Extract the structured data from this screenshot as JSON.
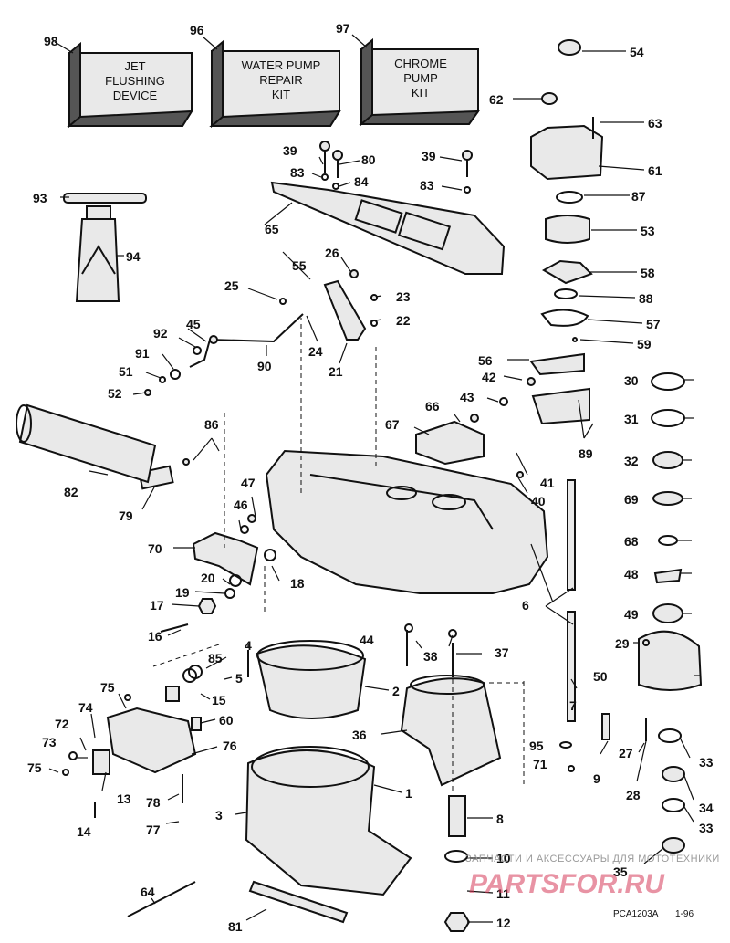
{
  "kits": [
    {
      "number": "98",
      "lines": [
        "JET",
        "FLUSHING",
        "DEVICE"
      ]
    },
    {
      "number": "96",
      "lines": [
        "WATER PUMP",
        "REPAIR",
        "KIT"
      ]
    },
    {
      "number": "97",
      "lines": [
        "CHROME",
        "PUMP",
        "KIT"
      ]
    }
  ],
  "labels": {
    "n1": "1",
    "n2": "2",
    "n3": "3",
    "n4": "4",
    "n5": "5",
    "n6": "6",
    "n7": "7",
    "n8": "8",
    "n9": "9",
    "n10": "10",
    "n11": "11",
    "n12": "12",
    "n13": "13",
    "n14": "14",
    "n15": "15",
    "n16": "16",
    "n17": "17",
    "n18": "18",
    "n19": "19",
    "n20": "20",
    "n21": "21",
    "n22": "22",
    "n23": "23",
    "n24": "24",
    "n25": "25",
    "n26": "26",
    "n27": "27",
    "n28": "28",
    "n29": "29",
    "n30": "30",
    "n31": "31",
    "n32": "32",
    "n33a": "33",
    "n33b": "33",
    "n34": "34",
    "n35": "35",
    "n36": "36",
    "n37": "37",
    "n38": "38",
    "n39a": "39",
    "n39b": "39",
    "n40": "40",
    "n41": "41",
    "n42": "42",
    "n43": "43",
    "n44": "44",
    "n45": "45",
    "n46": "46",
    "n47": "47",
    "n48": "48",
    "n49": "49",
    "n50": "50",
    "n51": "51",
    "n52": "52",
    "n53": "53",
    "n54": "54",
    "n55": "55",
    "n56": "56",
    "n57": "57",
    "n58": "58",
    "n59": "59",
    "n60": "60",
    "n61": "61",
    "n62": "62",
    "n63": "63",
    "n64": "64",
    "n65": "65",
    "n66": "66",
    "n67": "67",
    "n68": "68",
    "n69": "69",
    "n70": "70",
    "n71": "71",
    "n72": "72",
    "n73": "73",
    "n74": "74",
    "n75a": "75",
    "n75b": "75",
    "n76": "76",
    "n77": "77",
    "n78": "78",
    "n79": "79",
    "n80": "80",
    "n81": "81",
    "n82": "82",
    "n83a": "83",
    "n83b": "83",
    "n84": "84",
    "n85": "85",
    "n86": "86",
    "n87": "87",
    "n88": "88",
    "n89": "89",
    "n90": "90",
    "n91": "91",
    "n92": "92",
    "n93": "93",
    "n94": "94",
    "n95": "95"
  },
  "watermark": {
    "text": "ЗАПЧАСТИ И АКСЕССУАРЫ ДЛЯ МОТОТЕХНИКИ",
    "logo": "PARTSFOR.RU"
  },
  "footer": {
    "code": "PCA1203A",
    "date": "1-96"
  }
}
